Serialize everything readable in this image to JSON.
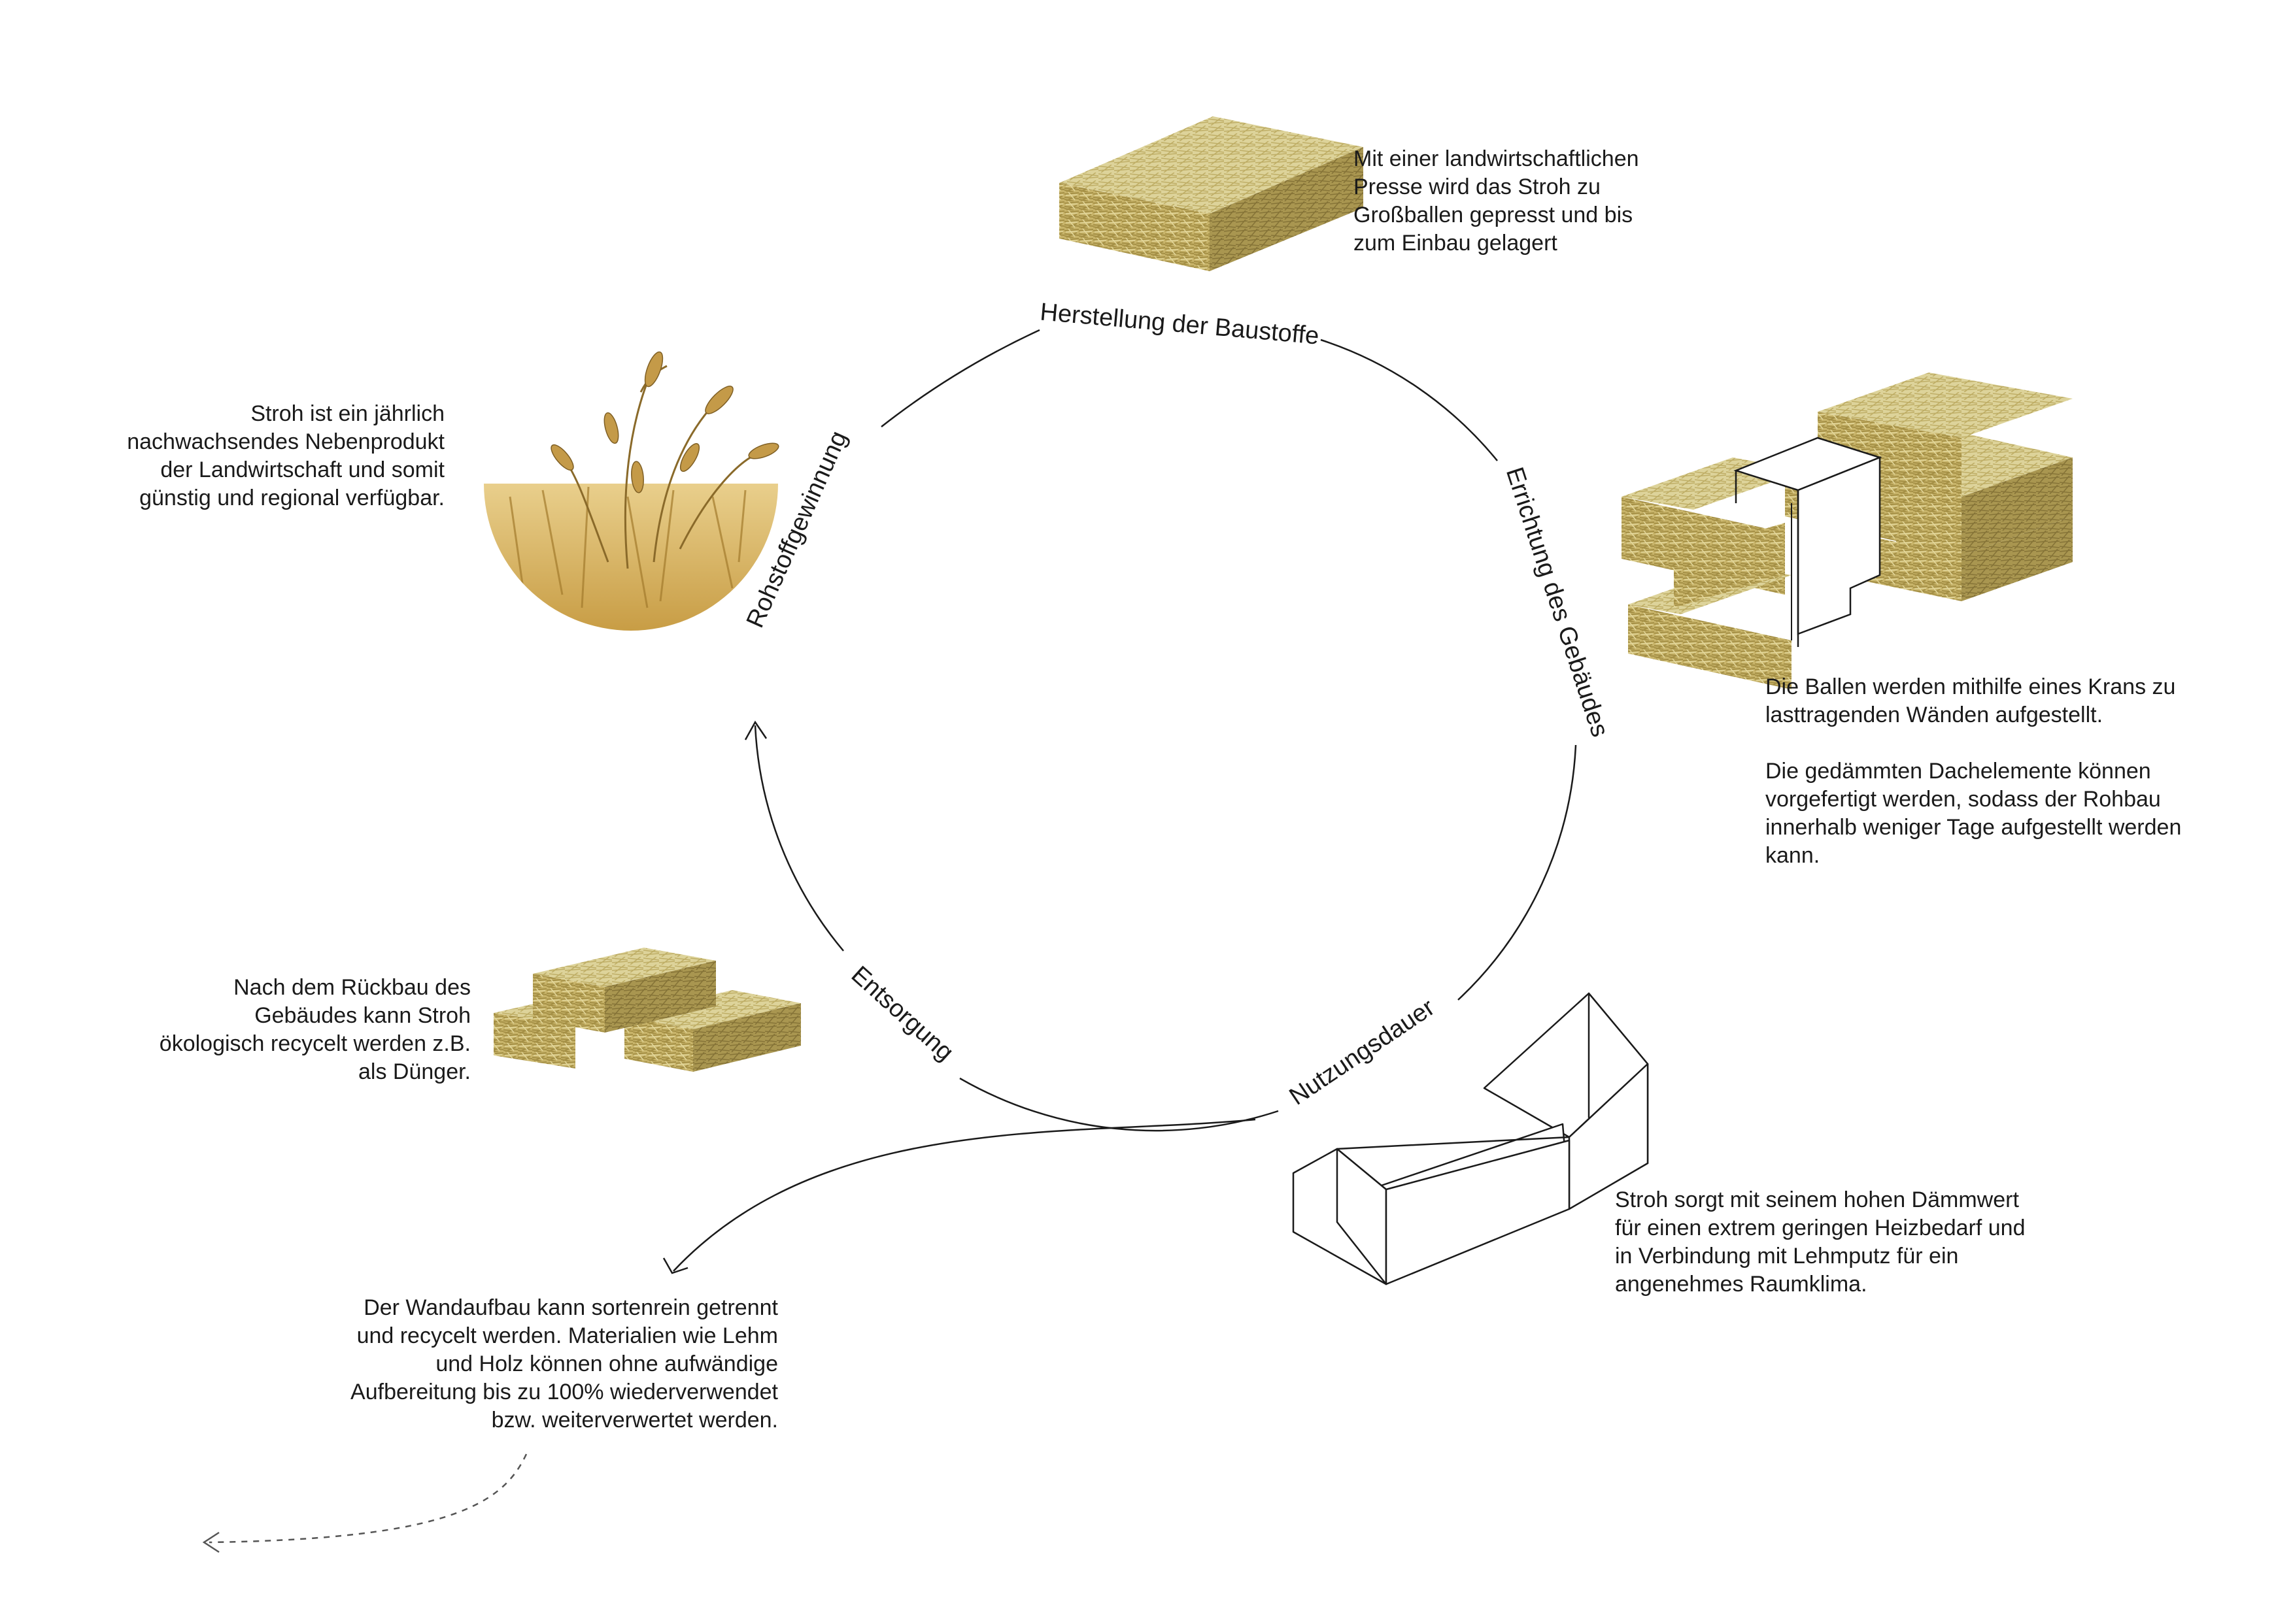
{
  "cycle": {
    "stages": [
      "Herstellung der Baustoffe",
      "Errichtung des Gebäudes",
      "Nutzungsdauer",
      "Entsorgung",
      "Rohstoffgewinnung"
    ]
  },
  "descriptions": {
    "herstellung": [
      "Mit einer landwirtschaftlichen",
      "Presse wird das Stroh zu",
      "Großballen gepresst und bis",
      "zum Einbau gelagert"
    ],
    "rohstoff": [
      "Stroh ist ein jährlich",
      "nachwachsendes Nebenprodukt",
      "der Landwirtschaft und somit",
      "günstig und regional verfügbar."
    ],
    "errichtung_1": [
      "Die Ballen werden mithilfe eines Krans zu",
      "lasttragenden Wänden aufgestellt."
    ],
    "errichtung_2": [
      "Die gedämmten Dachelemente können",
      "vorgefertigt werden, sodass der Rohbau",
      "innerhalb weniger Tage aufgestellt werden",
      "kann."
    ],
    "entsorgung": [
      "Nach dem Rückbau des",
      "Gebäudes kann Stroh",
      "ökologisch recycelt werden z.B.",
      "als Dünger."
    ],
    "nutzung": [
      "Stroh sorgt mit seinem hohen Dämmwert",
      "für einen extrem geringen Heizbedarf und",
      "in Verbindung mit Lehmputz für ein",
      "angenehmes Raumklima."
    ],
    "wandaufbau": [
      "Der Wandaufbau kann sortenrein getrennt",
      "und recycelt werden. Materialien wie Lehm",
      "und Holz können ohne aufwändige",
      "Aufbereitung bis zu 100% wiederverwendet",
      "bzw. weiterverwertet werden."
    ]
  },
  "colors": {
    "line": "#1a1a1a",
    "straw_top": "#d9cf8f",
    "straw_front": "#b9a55c",
    "straw_side": "#9c8a45",
    "field": "#d8b869"
  }
}
